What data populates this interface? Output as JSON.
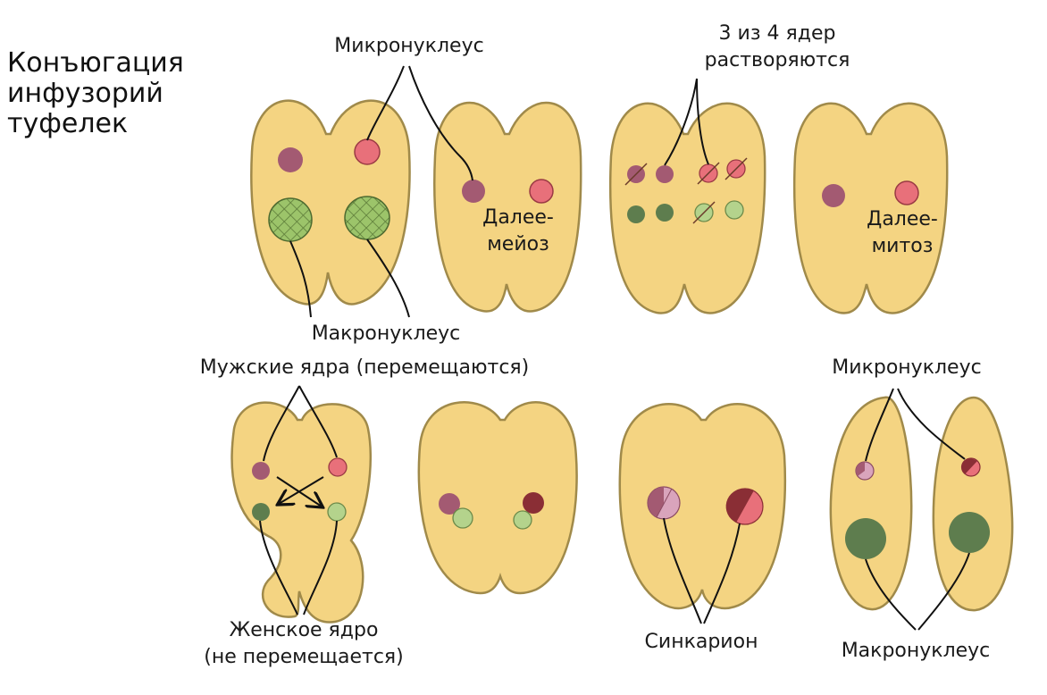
{
  "title": [
    "Конъюгация",
    "инфузорий",
    "туфелек"
  ],
  "labels": {
    "micronucleus_top": "Микронуклеус",
    "three_of_four_1": "3 из 4 ядер",
    "three_of_four_2": "растворяются",
    "next_meiosis_1": "Далее-",
    "next_meiosis_2": "мейоз",
    "next_mitosis_1": "Далее-",
    "next_mitosis_2": "митоз",
    "macronucleus_top": "Макронуклеус",
    "male_nuclei": "Мужские ядра (перемещаются)",
    "female_nucleus_1": "Женское ядро",
    "female_nucleus_2": "(не перемещается)",
    "synkaryon": "Синкарион",
    "micronucleus_bottom": "Микронуклеус",
    "macronucleus_bottom": "Макронуклеус"
  },
  "colors": {
    "cell": "#F4D482",
    "cell_outline": "#a08a4a",
    "micronucleus_left": "#A35A72",
    "micronucleus_right": "#E8707A",
    "macronucleus": "#8DBB5E",
    "dark_green": "#5E7D4E",
    "light_green": "#B4D38C",
    "dark_red": "#8A2E35",
    "pink": "#D9A4BC"
  }
}
